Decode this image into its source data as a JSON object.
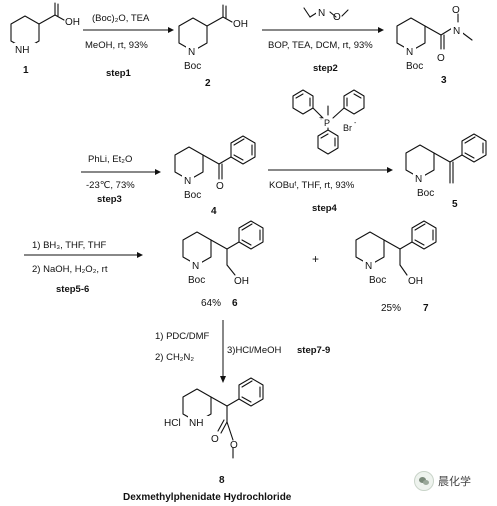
{
  "compound_labels": [
    "1",
    "2",
    "3",
    "4",
    "5",
    "6",
    "7",
    "8"
  ],
  "atoms": {
    "NH": "NH",
    "N": "N",
    "OH": "OH",
    "O": "O",
    "Boc": "Boc",
    "HCl": "HCl",
    "P": "P",
    "Br": "Br",
    "plus_sign": "+",
    "minus_sign": "-"
  },
  "steps": [
    {
      "reagent_top": "(Boc)₂O, TEA",
      "reagent_bottom": "MeOH, rt, 93%",
      "step_label": "step1"
    },
    {
      "reagent_top": "",
      "reagent_bottom": "BOP, TEA, DCM, rt, 93%",
      "step_label": "step2"
    },
    {
      "reagent_top": "PhLi, Et₂O",
      "reagent_bottom": "-23℃, 73%",
      "step_label": "step3"
    },
    {
      "reagent_top": "",
      "reagent_bottom": "KOBuᵗ, THF, rt, 93%",
      "step_label": "step4"
    },
    {
      "reagent_top": "1) BH₃, THF, THF",
      "reagent_bottom": "2) NaOH, H₂O₂, rt",
      "step_label": "step5-6"
    },
    {
      "reagent_top": "1) PDC/DMF",
      "reagent_middle": "2) CH₂N₂",
      "reagent_side": "3)HCl/MeOH",
      "step_label": "step7-9"
    }
  ],
  "yields": {
    "compound_6": "64%",
    "compound_7": "25%"
  },
  "plus": "+",
  "final_product_name": "Dexmethylphenidate Hydrochloride",
  "watermark": {
    "text": "晨化学",
    "icon": "wechat-icon"
  }
}
